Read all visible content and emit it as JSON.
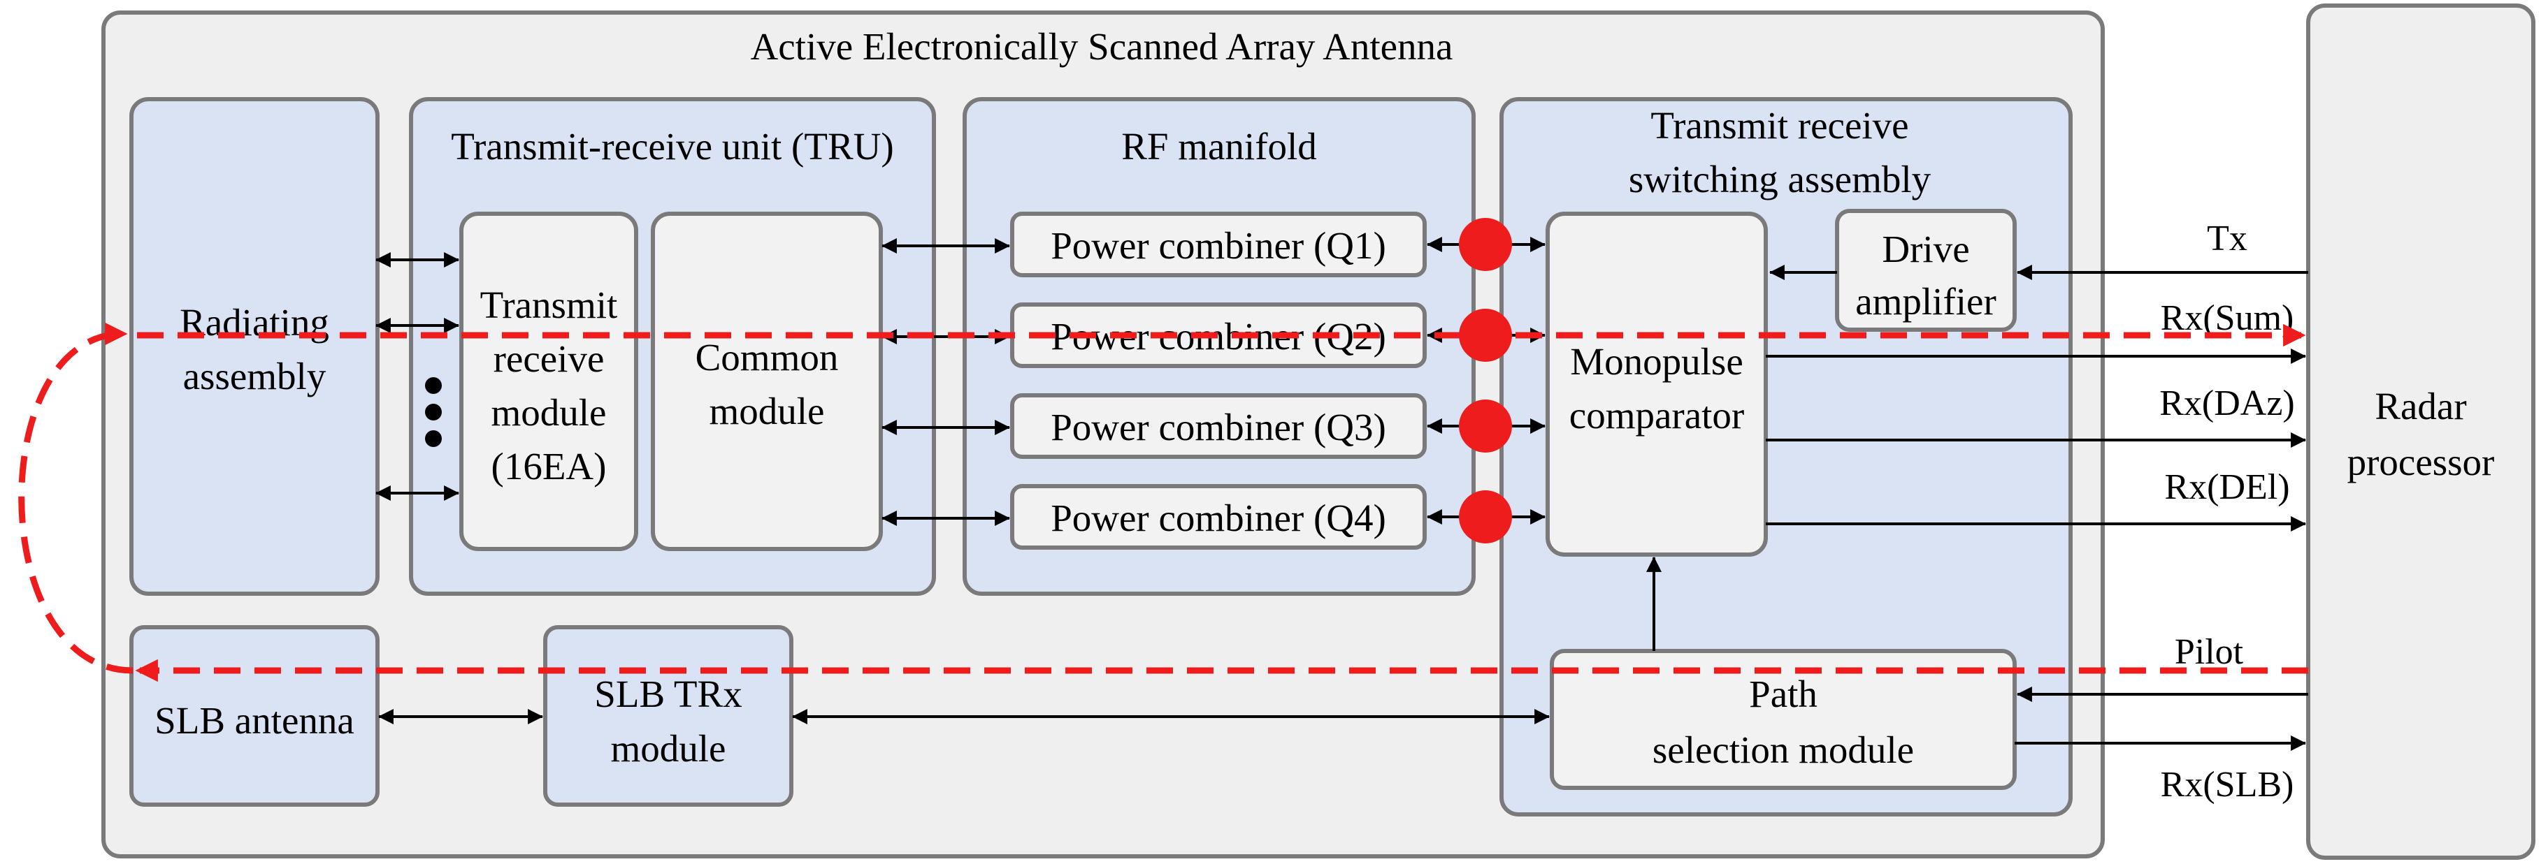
{
  "colors": {
    "outer_fill": "#efefef",
    "block_fill": "#dae3f3",
    "inner_fill": "#f2f2f2",
    "border": "#7a7a7a",
    "pilot_path": "#ee1c1c",
    "port_dot": "#ee1c1c"
  },
  "diagram": {
    "title": "Active Electronically Scanned Array Antenna",
    "radiating_assembly": {
      "line1": "Radiating",
      "line2": "assembly"
    },
    "tru": {
      "title": "Transmit-receive unit (TRU)",
      "trm": {
        "line1": "Transmit",
        "line2": "receive",
        "line3": "module",
        "line4": "(16EA)"
      },
      "common": {
        "line1": "Common",
        "line2": "module"
      }
    },
    "rf_manifold": {
      "title": "RF manifold",
      "combiners": [
        "Power combiner (Q1)",
        "Power combiner (Q2)",
        "Power combiner (Q3)",
        "Power combiner (Q4)"
      ]
    },
    "switching": {
      "title1": "Transmit receive",
      "title2": "switching assembly",
      "monopulse": {
        "line1": "Monopulse",
        "line2": "comparator"
      },
      "drive": {
        "line1": "Drive",
        "line2": "amplifier"
      },
      "path_selection": {
        "line1": "Path",
        "line2": "selection module"
      }
    },
    "slb_antenna": "SLB antenna",
    "slb_trx": {
      "line1": "SLB TRx",
      "line2": "module"
    },
    "radar_processor": {
      "line1": "Radar",
      "line2": "processor"
    },
    "signals": {
      "tx": "Tx",
      "rx_sum": "Rx(Sum)",
      "rx_daz": "Rx(DAz)",
      "rx_del": "Rx(DEl)",
      "pilot": "Pilot",
      "rx_slb": "Rx(SLB)"
    }
  }
}
